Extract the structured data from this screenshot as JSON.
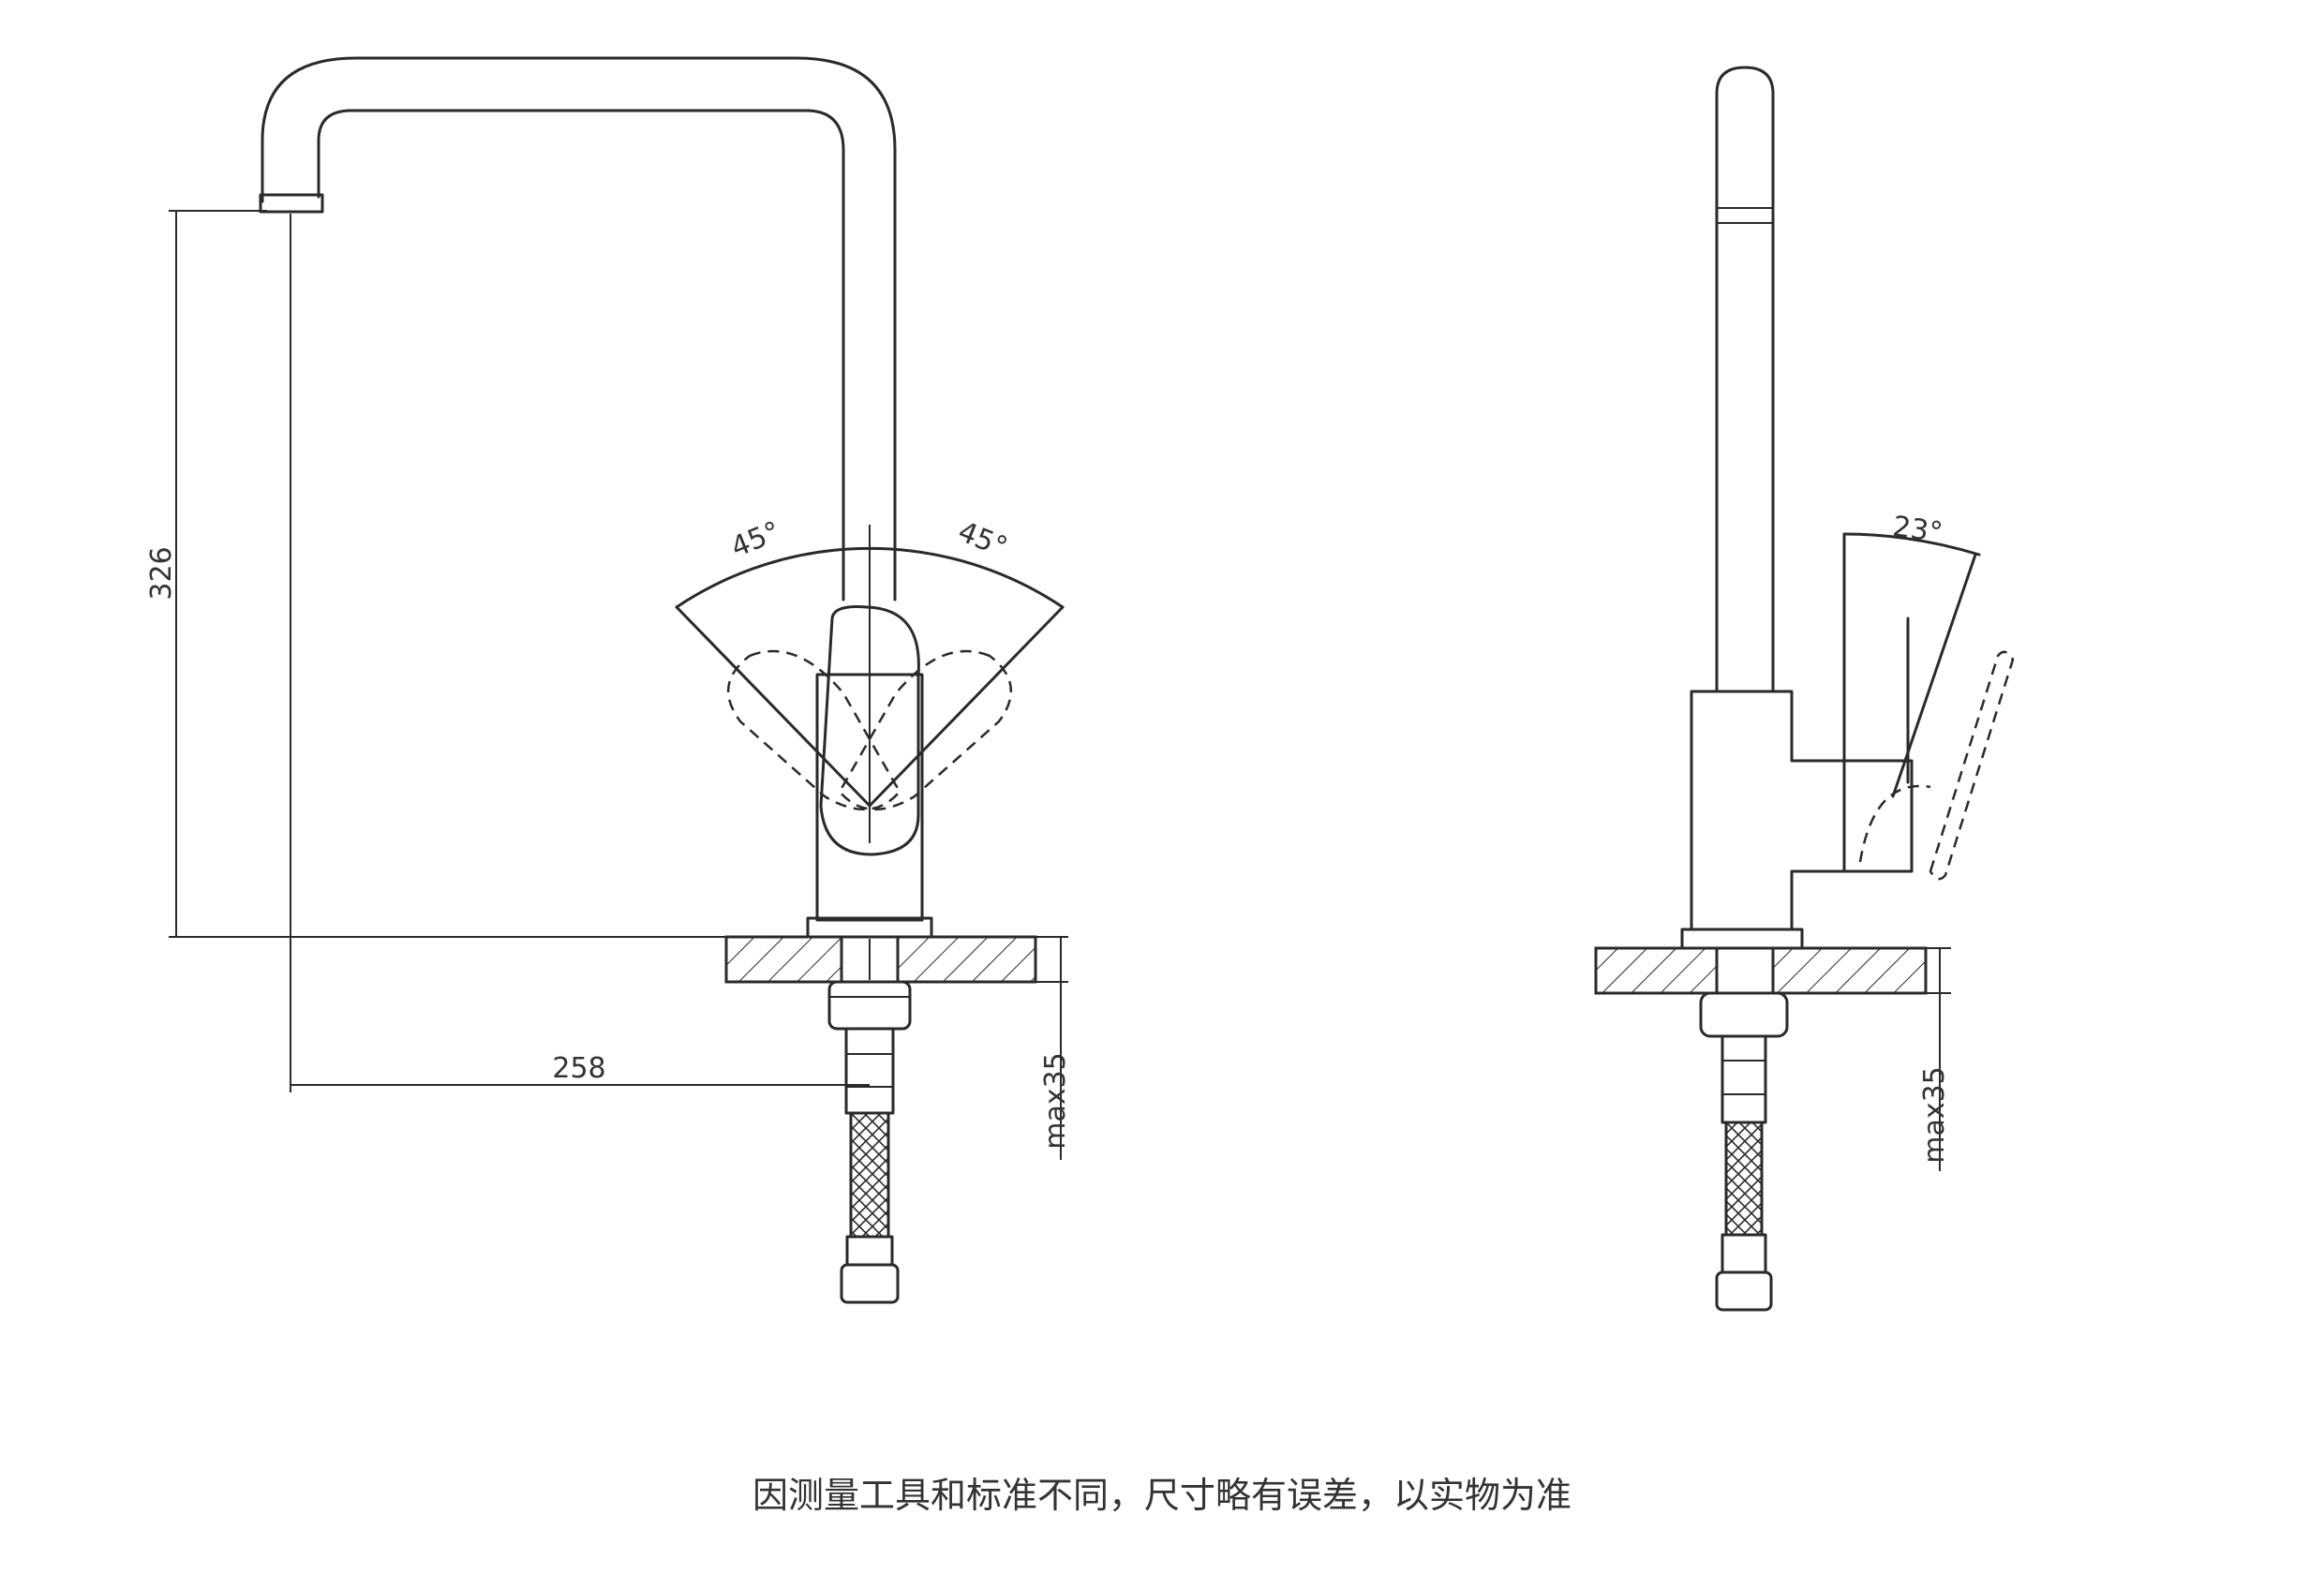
{
  "front_view": {
    "height_dim": "326",
    "reach_dim": "258",
    "left_angle": "45°",
    "right_angle": "45°",
    "deck_dim": "max35"
  },
  "side_view": {
    "tilt_angle": "23°",
    "deck_dim": "max35"
  },
  "caption": "因测量工具和标准不同，尺寸略有误差，以实物为准"
}
